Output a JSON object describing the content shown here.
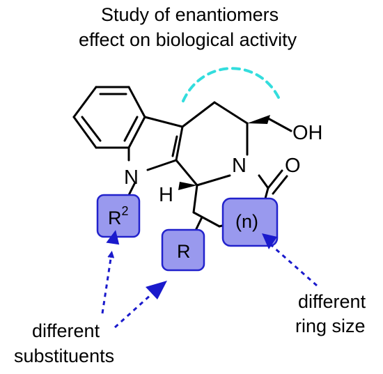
{
  "caption": {
    "line1": "Study of enantiomers",
    "line2": "effect on biological activity"
  },
  "atoms": {
    "oh": "OH",
    "o": "O",
    "n_ring": "N",
    "n_indole": "N",
    "h": "H"
  },
  "substituents": {
    "r2_base": "R",
    "r2_sup": "2",
    "r": "R",
    "n": "(n)"
  },
  "labels": {
    "different_1": "different",
    "substituents": "substituents",
    "different_2": "different",
    "ring_size": "ring size"
  },
  "colors": {
    "box_fill": "#9999ee",
    "box_stroke": "#2222cc",
    "arrow": "#1a1acc",
    "arc": "#33dddd",
    "bond": "#000000"
  }
}
